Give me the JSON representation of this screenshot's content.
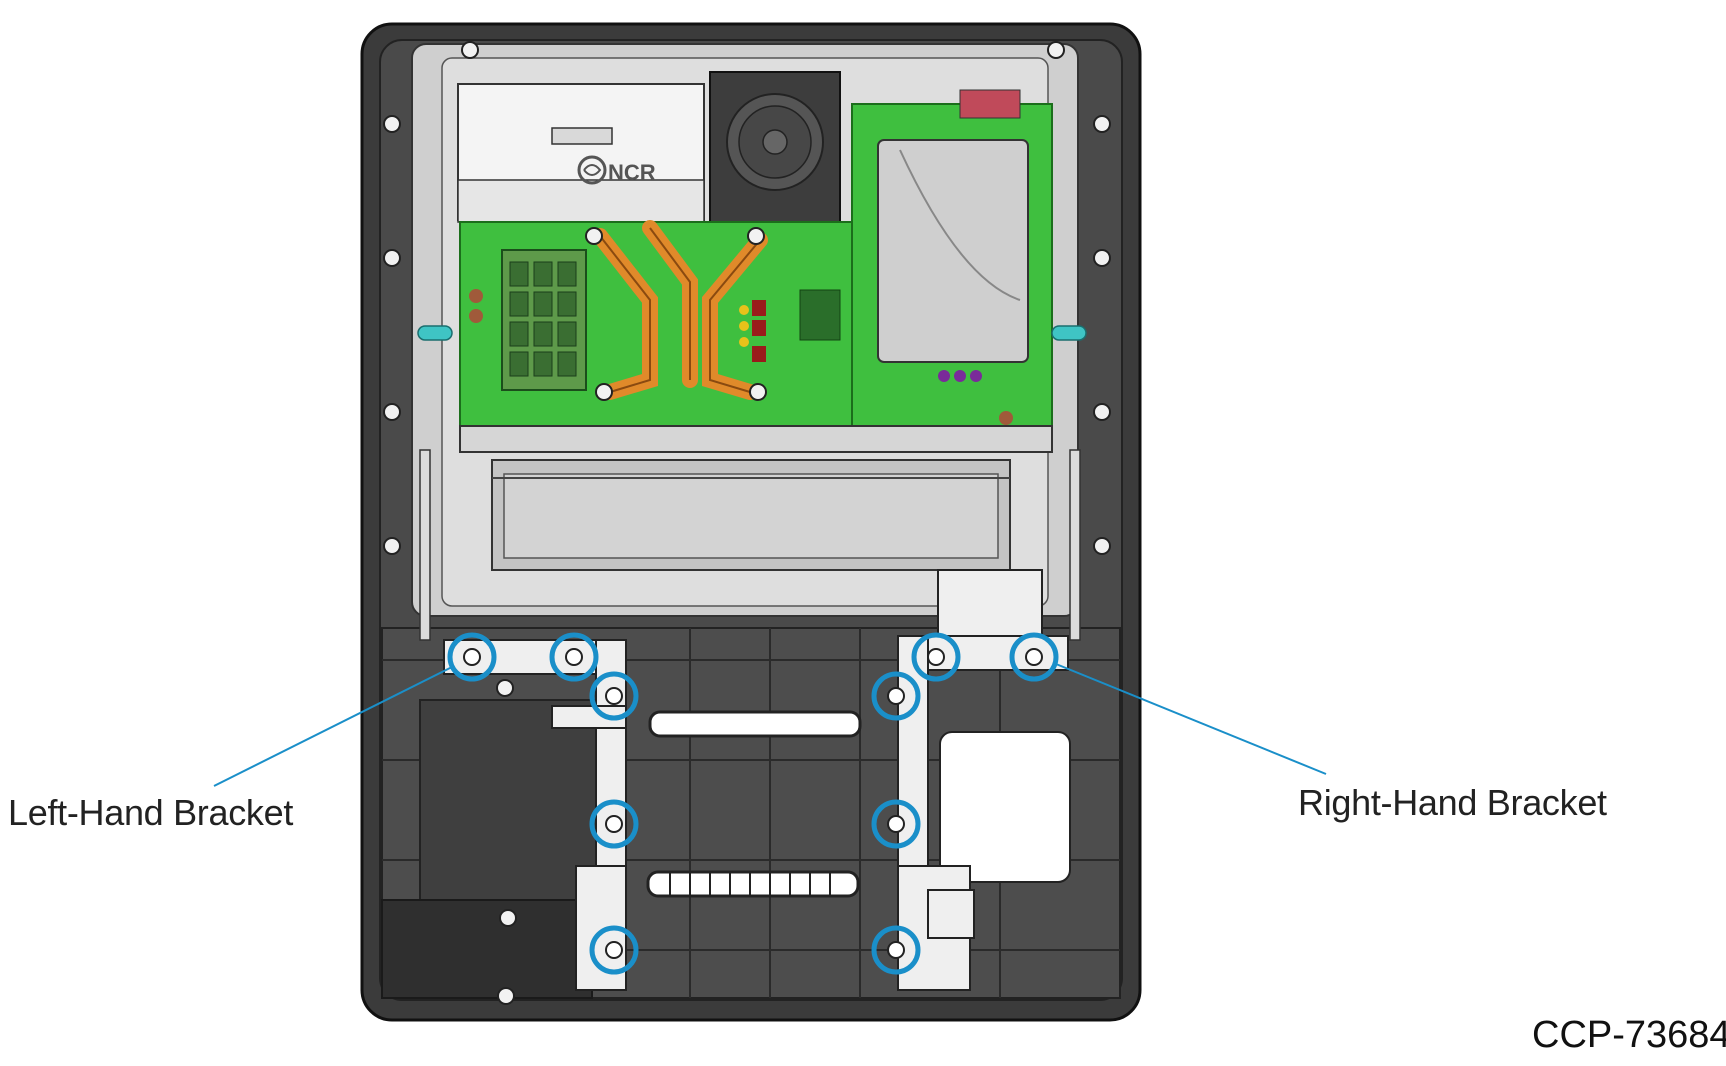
{
  "diagram": {
    "labels": {
      "left_bracket": "Left-Hand Bracket",
      "right_bracket": "Right-Hand Bracket",
      "figure_id": "CCP-73684"
    },
    "logo_text": "NCR",
    "colors": {
      "callout": "#1a8fc9",
      "housing": "#3b3b3b",
      "pcb": "#3fbf3f",
      "heatpipe": "#e08a2a",
      "metal": "#d8d8d8"
    },
    "icons": [
      "screw-icon",
      "fan-icon",
      "ncr-logo-icon"
    ]
  }
}
